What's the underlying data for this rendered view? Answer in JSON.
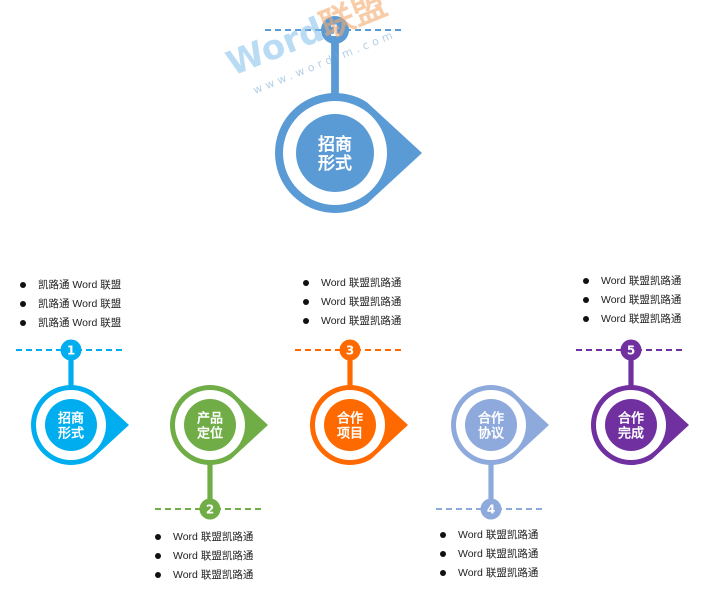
{
  "watermark": {
    "brand": "Word",
    "brand_cn": "联盟",
    "site": "www.wordlm.com"
  },
  "hero": {
    "number": "1",
    "line1": "招商",
    "line2": "形式",
    "color": "#5B9BD5"
  },
  "steps": [
    {
      "number": "1",
      "line1": "招商",
      "line2": "形式",
      "color": "#00AEEF",
      "bullets": [
        "凯路通 Word 联盟",
        "凯路通 Word 联盟",
        "凯路通 Word 联盟"
      ]
    },
    {
      "number": "2",
      "line1": "产品",
      "line2": "定位",
      "color": "#70AD47",
      "bullets": [
        "Word 联盟凯路通",
        "Word 联盟凯路通",
        "Word 联盟凯路通"
      ]
    },
    {
      "number": "3",
      "line1": "合作",
      "line2": "项目",
      "color": "#FF6A00",
      "bullets": [
        "Word 联盟凯路通",
        "Word 联盟凯路通",
        "Word 联盟凯路通"
      ]
    },
    {
      "number": "4",
      "line1": "合作",
      "line2": "协议",
      "color": "#8EA9DB",
      "bullets": [
        "Word 联盟凯路通",
        "Word 联盟凯路通",
        "Word 联盟凯路通"
      ]
    },
    {
      "number": "5",
      "line1": "合作",
      "line2": "完成",
      "color": "#7030A0",
      "bullets": [
        "Word 联盟凯路通",
        "Word 联盟凯路通",
        "Word 联盟凯路通"
      ]
    }
  ]
}
